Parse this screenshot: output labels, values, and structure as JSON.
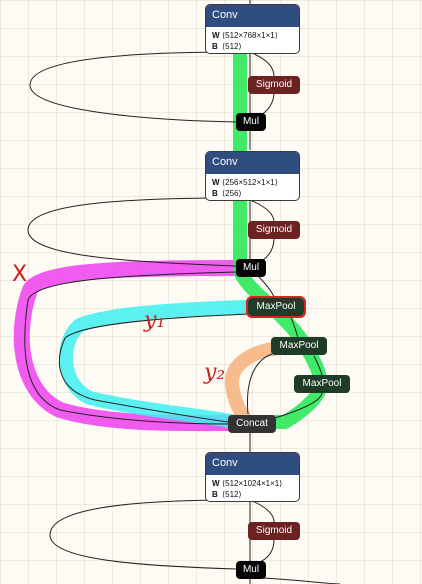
{
  "nodes": {
    "conv1": {
      "title": "Conv",
      "w_label": "W",
      "w_value": "⟨512×768×1×1⟩",
      "b_label": "B",
      "b_value": "⟨512⟩"
    },
    "sigmoid1": "Sigmoid",
    "mul1": "Mul",
    "conv2": {
      "title": "Conv",
      "w_label": "W",
      "w_value": "⟨256×512×1×1⟩",
      "b_label": "B",
      "b_value": "⟨256⟩"
    },
    "sigmoid2": "Sigmoid",
    "mul2": "Mul",
    "maxpool1": "MaxPool",
    "maxpool2": "MaxPool",
    "maxpool3": "MaxPool",
    "concat": "Concat",
    "conv3": {
      "title": "Conv",
      "w_label": "W",
      "w_value": "⟨512×1024×1×1⟩",
      "b_label": "B",
      "b_value": "⟨512⟩"
    },
    "sigmoid3": "Sigmoid",
    "mul3": "Mul"
  },
  "annotations": {
    "x_mark": "X",
    "y1": "y₁",
    "y2": "y₂"
  },
  "colors": {
    "highlight_green": "#2ee85a",
    "highlight_magenta": "#ee40ee",
    "highlight_cyan": "#40eef0",
    "highlight_orange": "#f5b07a",
    "ink_red": "#c82020"
  }
}
